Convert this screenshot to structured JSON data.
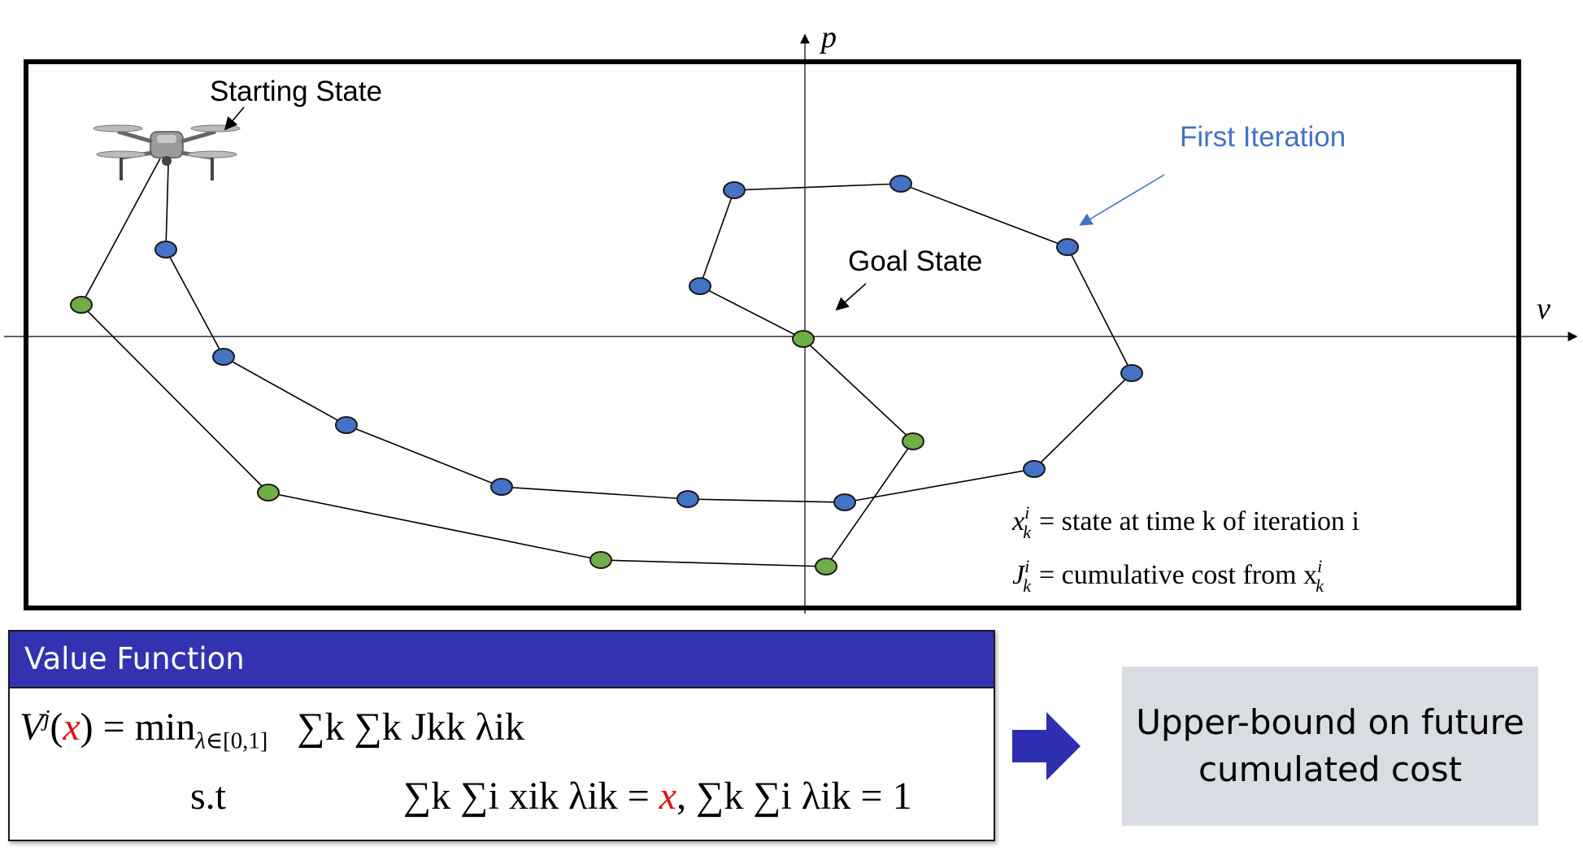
{
  "labels": {
    "starting_state": "Starting State",
    "goal_state": "Goal State",
    "first_iteration": "First Iteration",
    "axis_p": "p",
    "axis_v": "v"
  },
  "legend": {
    "line1_lhs": "x",
    "line1_sup": "i",
    "line1_sub": "k",
    "line1_rhs": "= state at time k of iteration i",
    "line2_lhs": "J",
    "line2_sup": "i",
    "line2_sub": "k",
    "line2_rhs": "= cumulative cost from x"
  },
  "value_function": {
    "title": "Value Function",
    "line1_lhs": "V",
    "line1_sup": "j",
    "line1_arg": "x",
    "line1_eq": ") = min",
    "line1_min_sub": "λ",
    "line1_min_range": "∈[0,1]",
    "line1_obj": "∑k ∑k Jkk λik",
    "constraint_label": "s.t",
    "constraint_a": "∑k ∑i xik λik = ",
    "constraint_x": "x",
    "constraint_b": ", ∑k ∑i λik = 1"
  },
  "result": {
    "text": "Upper-bound on future cumulated cost"
  },
  "colors": {
    "blue_node": "#4472c4",
    "green_node": "#70ad47",
    "first_iteration_text": "#4472c4",
    "header_bg": "#3333b2",
    "result_bg": "#d9dde3",
    "arrow": "#2e2eb0",
    "highlight_red": "#e01010"
  },
  "icons": {
    "drone": "drone-icon",
    "block_arrow": "right-block-arrow-icon"
  }
}
